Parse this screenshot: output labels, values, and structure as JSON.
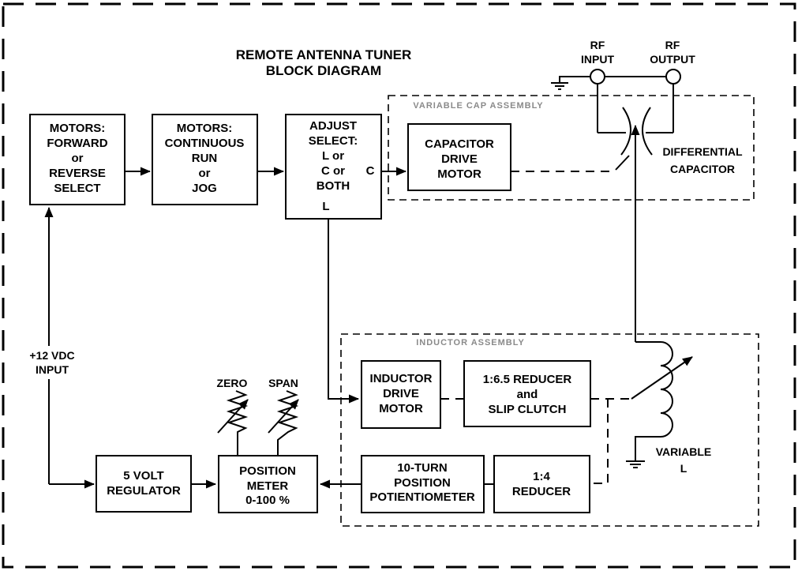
{
  "title": {
    "line1": "REMOTE ANTENNA TUNER",
    "line2": "BLOCK DIAGRAM"
  },
  "colors": {
    "line": "#000000",
    "background": "#ffffff",
    "assembly_label": "#8a8a8a"
  },
  "blocks": {
    "motors_select": {
      "lines": [
        "MOTORS:",
        "FORWARD",
        "or",
        "REVERSE",
        "SELECT"
      ]
    },
    "motors_run": {
      "lines": [
        "MOTORS:",
        "CONTINUOUS",
        "RUN",
        "or",
        "JOG"
      ]
    },
    "adjust_select": {
      "lines": [
        "ADJUST",
        "SELECT:",
        "L or",
        "C or",
        "BOTH"
      ],
      "port_c": "C",
      "port_l": "L"
    },
    "capacitor_drive_motor": {
      "lines": [
        "CAPACITOR",
        "DRIVE",
        "MOTOR"
      ]
    },
    "inductor_drive_motor": {
      "lines": [
        "INDUCTOR",
        "DRIVE",
        "MOTOR"
      ]
    },
    "reducer_slip_clutch": {
      "lines": [
        "1:6.5 REDUCER",
        "and",
        "SLIP CLUTCH"
      ]
    },
    "position_potentiometer": {
      "lines": [
        "10-TURN",
        "POSITION",
        "POTIENTIOMETER"
      ]
    },
    "reducer_1_4": {
      "lines": [
        "1:4",
        "REDUCER"
      ]
    },
    "position_meter": {
      "lines": [
        "POSITION",
        "METER",
        "0-100 %"
      ]
    },
    "voltage_regulator": {
      "lines": [
        "5 VOLT",
        "REGULATOR"
      ]
    }
  },
  "assemblies": {
    "variable_cap": {
      "label": "VARIABLE CAP ASSEMBLY"
    },
    "inductor": {
      "label": "INDUCTOR ASSEMBLY"
    }
  },
  "labels": {
    "rf_input": {
      "line1": "RF",
      "line2": "INPUT"
    },
    "rf_output": {
      "line1": "RF",
      "line2": "OUTPUT"
    },
    "differential_capacitor": {
      "line1": "DIFFERENTIAL",
      "line2": "CAPACITOR"
    },
    "variable_l": {
      "line1": "VARIABLE",
      "line2": "L"
    },
    "vdc_input": {
      "line1": "+12 VDC",
      "line2": "INPUT"
    },
    "zero": "ZERO",
    "span": "SPAN"
  }
}
